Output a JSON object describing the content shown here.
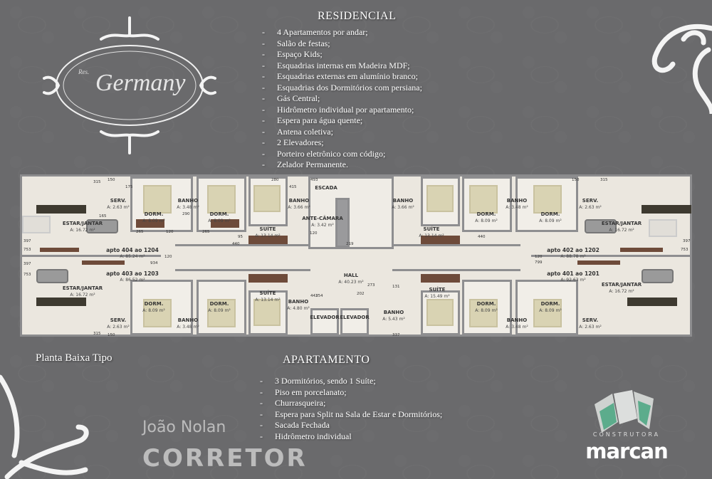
{
  "logo": {
    "prefix": "Res.",
    "name": "Germany"
  },
  "residencial": {
    "title": "RESIDENCIAL",
    "items": [
      "4 Apartamentos por andar;",
      "Salão de festas;",
      "Espaço Kids;",
      "Esquadrias internas em Madeira MDF;",
      "Esquadrias externas em alumínio branco;",
      "Esquadrias dos Dormitórios com persiana;",
      "Gás Central;",
      "Hidrômetro individual por apartamento;",
      "Espera para água quente;",
      "Antena coletiva;",
      "2 Elevadores;",
      "Porteiro eletrônico com código;",
      "Zelador Permanente."
    ]
  },
  "apartamento": {
    "title": "APARTAMENTO",
    "items": [
      "3 Dormitórios, sendo 1 Suíte;",
      "Piso em porcelanato;",
      "Churrasqueira;",
      "Espera para Split na Sala de Estar e Dormitórios;",
      "Sacada Fechada",
      "Hidrômetro individual"
    ]
  },
  "plan": {
    "title": "Planta Baixa Tipo",
    "rooms": [
      {
        "n": "SERV.",
        "a": "A: 2.63 m²"
      },
      {
        "n": "DORM.",
        "a": "A: 8.09 m²"
      },
      {
        "n": "BANHO",
        "a": "A: 3.48 m²"
      },
      {
        "n": "DORM.",
        "a": "A: 8.09 m²"
      },
      {
        "n": "SUÍTE",
        "a": "A: 13.14 m²"
      },
      {
        "n": "BANHO",
        "a": "A: 3.66 m²"
      },
      {
        "n": "ESTAR/JANTAR",
        "a": "A: 16.72 m²"
      },
      {
        "n": "apto 404 ao 1204",
        "a": "A: 85.24 m²"
      },
      {
        "n": "apto 403 ao 1203",
        "a": "A: 86.52 m²"
      },
      {
        "n": "ESTAR/JANTAR",
        "a": "A: 16.72 m²"
      },
      {
        "n": "DORM.",
        "a": "A: 8.09 m²"
      },
      {
        "n": "DORM.",
        "a": "A: 8.09 m²"
      },
      {
        "n": "SUÍTE",
        "a": "A: 13.14 m²"
      },
      {
        "n": "BANHO",
        "a": "A: 3.48 m²"
      },
      {
        "n": "SERV.",
        "a": "A: 2.63 m²"
      },
      {
        "n": "BANHO",
        "a": "A: 4.80 m²"
      },
      {
        "n": "ESCADA",
        "a": ""
      },
      {
        "n": "ANTE-CÂMARA",
        "a": "A: 3.42 m²"
      },
      {
        "n": "HALL",
        "a": "A: 40.23 m²"
      },
      {
        "n": "BANHO",
        "a": "A: 5.43 m²"
      },
      {
        "n": "ELEVADOR",
        "a": ""
      },
      {
        "n": "ELEVADOR",
        "a": ""
      },
      {
        "n": "BANHO",
        "a": "A: 3.66 m²"
      },
      {
        "n": "SUÍTE",
        "a": "A: 13.14 m²"
      },
      {
        "n": "DORM.",
        "a": "A: 8.09 m²"
      },
      {
        "n": "BANHO",
        "a": "A: 3.48 m²"
      },
      {
        "n": "DORM.",
        "a": "A: 8.09 m²"
      },
      {
        "n": "SERV.",
        "a": "A: 2.63 m²"
      },
      {
        "n": "ESTAR/JANTAR",
        "a": "A: 16.72 m²"
      },
      {
        "n": "apto 402 ao 1202",
        "a": "A: 88.78 m²"
      },
      {
        "n": "apto 401 ao 1201",
        "a": "A: 92.63 m²"
      },
      {
        "n": "ESTAR/JANTAR",
        "a": "A: 16.72 m²"
      },
      {
        "n": "SUÍTE",
        "a": "A: 15.49 m²"
      },
      {
        "n": "DORM.",
        "a": "A: 8.09 m²"
      },
      {
        "n": "DORM.",
        "a": "A: 8.09 m²"
      },
      {
        "n": "BANHO",
        "a": "A: 3.48 m²"
      },
      {
        "n": "SERV.",
        "a": "A: 2.63 m²"
      }
    ],
    "dims": [
      "150",
      "315",
      "175",
      "165",
      "265",
      "120",
      "290",
      "265",
      "280",
      "415",
      "440",
      "95",
      "397",
      "753",
      "934",
      "120",
      "397",
      "753",
      "315",
      "150",
      "493",
      "120",
      "219",
      "442",
      "354",
      "202",
      "273",
      "131",
      "337",
      "799",
      "120",
      "753",
      "397",
      "150",
      "315",
      "440"
    ]
  },
  "watermark": {
    "line1": "João Nolan",
    "line2": "CORRETOR"
  },
  "brand": {
    "sub": "CONSTRUTORA",
    "name": "marcan"
  }
}
